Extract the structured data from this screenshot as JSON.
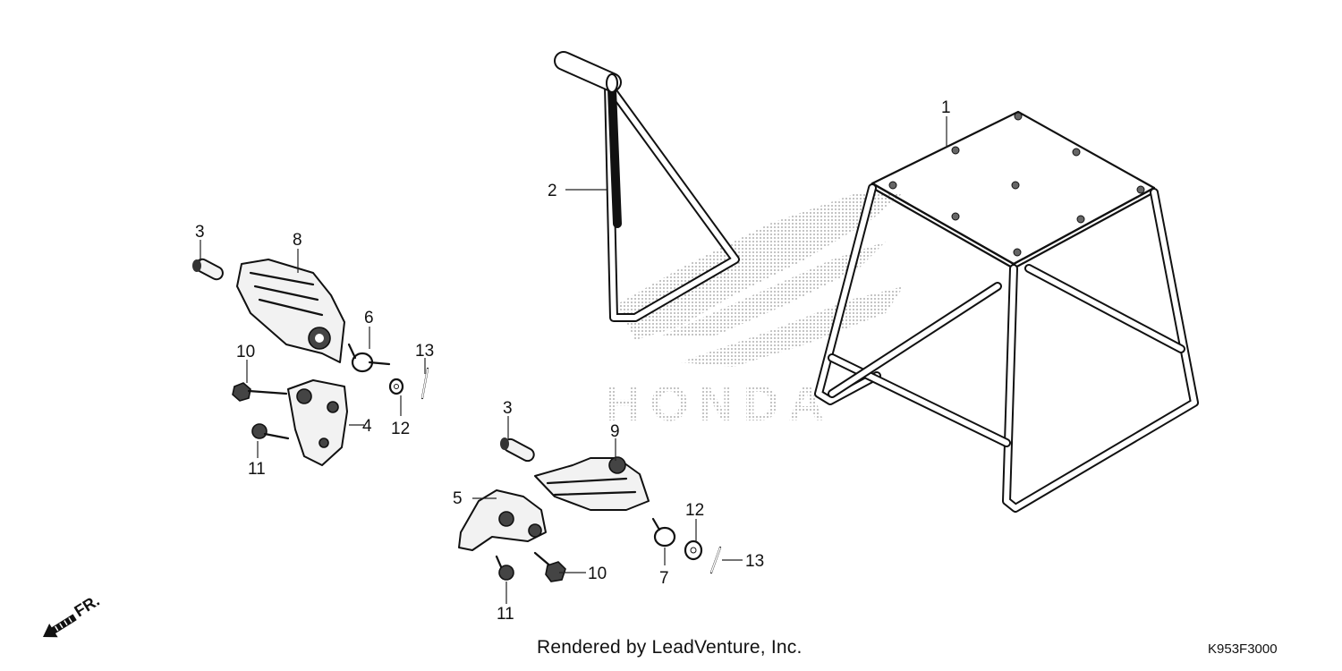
{
  "diagram": {
    "callouts": {
      "stand": "1",
      "side_stand": "2",
      "pin_left": "3",
      "bracket_left": "4",
      "bracket_right": "5",
      "spring_left": "6",
      "spring_right": "7",
      "footpeg_left": "8",
      "footpeg_right": "9",
      "bolt_left": "10",
      "bolt_right": "10",
      "screw_left": "11",
      "screw_right": "11",
      "washer_left": "12",
      "washer_right": "12",
      "cotter_left": "13",
      "cotter_right": "13",
      "pin_right": "3"
    },
    "watermark": "HONDA",
    "direction_label": "FR."
  },
  "footer": {
    "credit": "Rendered by LeadVenture, Inc.",
    "diagram_code": "K953F3000"
  }
}
